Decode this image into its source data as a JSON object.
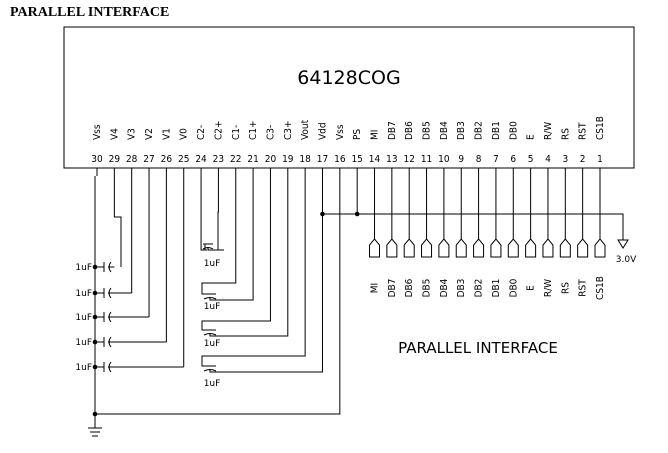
{
  "heading": "PARALLEL INTERFACE",
  "part_number": "64128COG",
  "interface_title": "PARALLEL INTERFACE",
  "supply_label": "3.0V",
  "cap_value": "1uF",
  "pins": [
    {
      "num": "30",
      "name": "Vss"
    },
    {
      "num": "29",
      "name": "V4"
    },
    {
      "num": "28",
      "name": "V3"
    },
    {
      "num": "27",
      "name": "V2"
    },
    {
      "num": "26",
      "name": "V1"
    },
    {
      "num": "25",
      "name": "V0"
    },
    {
      "num": "24",
      "name": "C2-"
    },
    {
      "num": "23",
      "name": "C2+"
    },
    {
      "num": "22",
      "name": "C1-"
    },
    {
      "num": "21",
      "name": "C1+"
    },
    {
      "num": "20",
      "name": "C3-"
    },
    {
      "num": "19",
      "name": "C3+"
    },
    {
      "num": "18",
      "name": "Vout"
    },
    {
      "num": "17",
      "name": "Vdd"
    },
    {
      "num": "16",
      "name": "Vss"
    },
    {
      "num": "15",
      "name": "PS"
    },
    {
      "num": "14",
      "name": "MI"
    },
    {
      "num": "13",
      "name": "DB7"
    },
    {
      "num": "12",
      "name": "DB6"
    },
    {
      "num": "11",
      "name": "DB5"
    },
    {
      "num": "10",
      "name": "DB4"
    },
    {
      "num": "9",
      "name": "DB3"
    },
    {
      "num": "8",
      "name": "DB2"
    },
    {
      "num": "7",
      "name": "DB1"
    },
    {
      "num": "6",
      "name": "DB0"
    },
    {
      "num": "5",
      "name": "E"
    },
    {
      "num": "4",
      "name": "R/W"
    },
    {
      "num": "3",
      "name": "RS"
    },
    {
      "num": "2",
      "name": "RST"
    },
    {
      "num": "1",
      "name": "CS1B"
    }
  ],
  "connector_labels": [
    "MI",
    "DB7",
    "DB6",
    "DB5",
    "DB4",
    "DB3",
    "DB2",
    "DB1",
    "DB0",
    "E",
    "R/W",
    "RS",
    "RST",
    "CS1B"
  ]
}
